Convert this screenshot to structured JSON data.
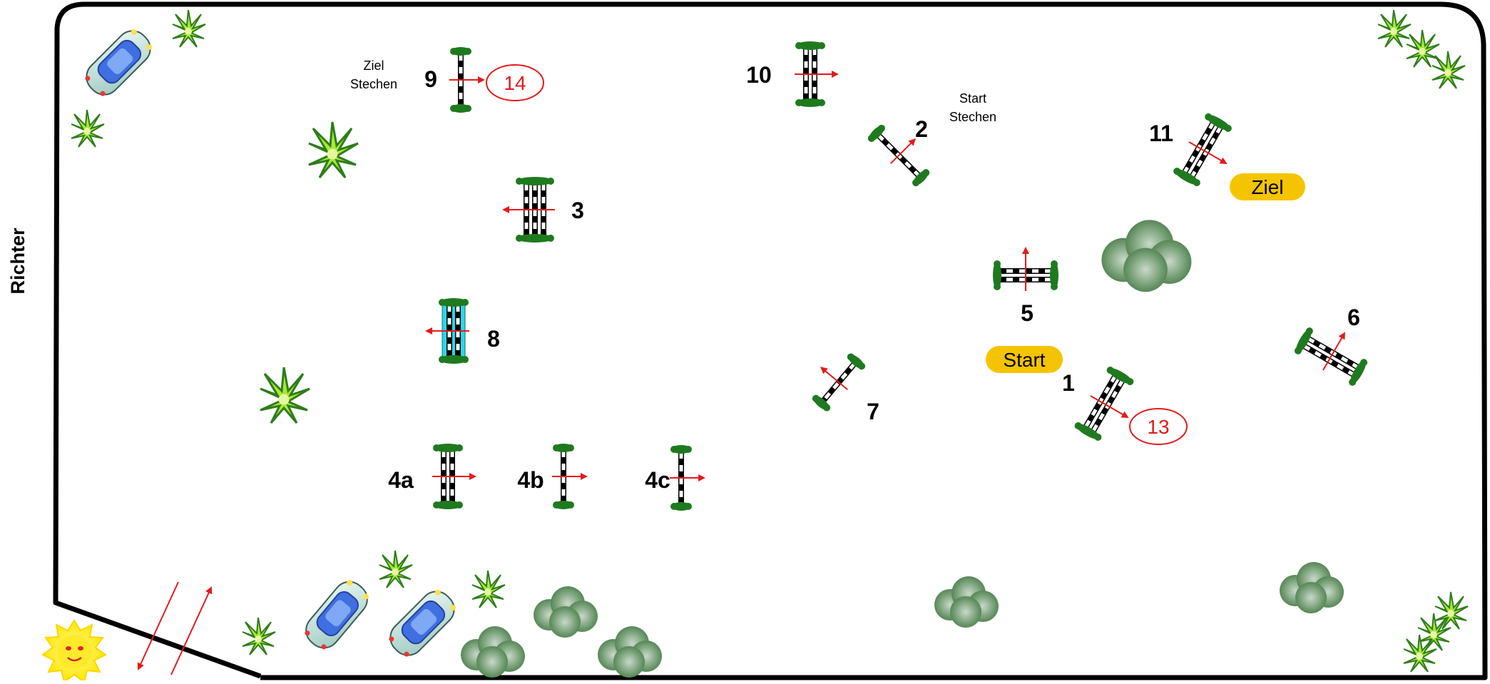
{
  "side_label": "Richter",
  "start_label": "Start",
  "finish_label": "Ziel",
  "jumps": [
    {
      "id": "j1",
      "label": "1"
    },
    {
      "id": "j2",
      "label": "2"
    },
    {
      "id": "j3",
      "label": "3"
    },
    {
      "id": "j4a",
      "label": "4a"
    },
    {
      "id": "j4b",
      "label": "4b"
    },
    {
      "id": "j4c",
      "label": "4c"
    },
    {
      "id": "j5",
      "label": "5"
    },
    {
      "id": "j6",
      "label": "6"
    },
    {
      "id": "j7",
      "label": "7"
    },
    {
      "id": "j8",
      "label": "8"
    },
    {
      "id": "j9",
      "label": "9"
    },
    {
      "id": "j10",
      "label": "10"
    },
    {
      "id": "j11",
      "label": "11"
    }
  ],
  "jumpoff_numbers": {
    "j1": "13",
    "j9": "14"
  },
  "jumpoff_start": {
    "line1": "Start",
    "line2": "Stechen"
  },
  "jumpoff_finish": {
    "line1": "Ziel",
    "line2": "Stechen"
  },
  "colors": {
    "border": "#000000",
    "arrow": "#e31b1b",
    "pole_green": "#1f7a1f",
    "badge": "#f5c400",
    "water": "#29d8e8",
    "jumpoff_number": "#e31b1b"
  }
}
